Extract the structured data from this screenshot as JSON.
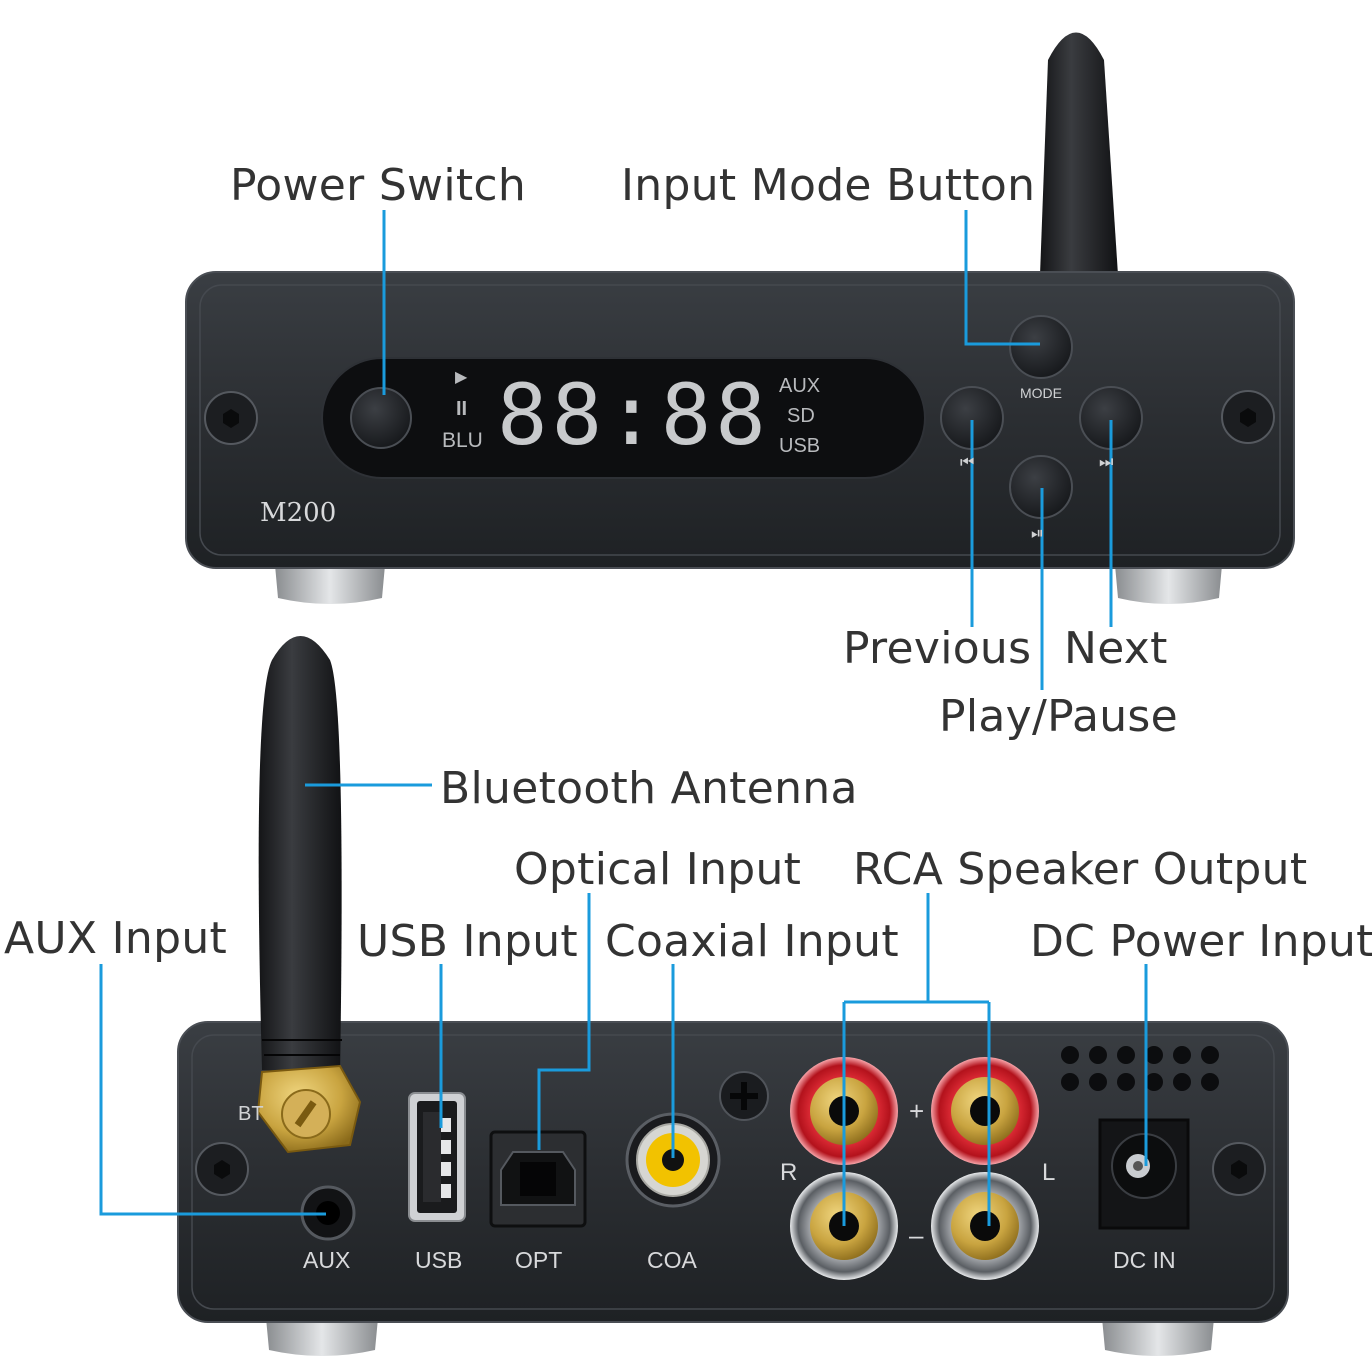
{
  "callouts": {
    "power_switch": "Power Switch",
    "input_mode_button": "Input Mode Button",
    "previous": "Previous",
    "next": "Next",
    "play_pause": "Play/Pause",
    "bluetooth_antenna": "Bluetooth Antenna",
    "optical_input": "Optical Input",
    "rca_speaker_output": "RCA Speaker Output",
    "aux_input": "AUX Input",
    "usb_input": "USB Input",
    "coaxial_input": "Coaxial Input",
    "dc_power_input": "DC Power Input"
  },
  "front_panel": {
    "model": "M200",
    "display_digits": "88:88",
    "play_symbol": "▶",
    "pause_symbol": "II",
    "blu_label": "BLU",
    "source_labels": [
      "AUX",
      "SD",
      "USB"
    ],
    "mode_label": "MODE",
    "prev_symbol": "⏮",
    "next_symbol": "⏭",
    "playpause_symbol": "⏯"
  },
  "rear_panel": {
    "bt_label": "BT",
    "port_labels": {
      "aux": "AUX",
      "usb": "USB",
      "opt": "OPT",
      "coa": "COA",
      "dc_in": "DC IN"
    },
    "polarity": {
      "plus": "+",
      "minus": "–"
    },
    "channels": {
      "right": "R",
      "left": "L"
    }
  },
  "colors": {
    "callout_line": "#1a9bdc",
    "chassis": "#2a2d31",
    "chassis_edge": "#3e4247",
    "display_bg": "#0d0e10",
    "display_text": "#c8cacc",
    "brass": "#c9a440",
    "rca_red": "#d41f2a",
    "rca_yellow": "#f2c200",
    "text": "#333333"
  }
}
